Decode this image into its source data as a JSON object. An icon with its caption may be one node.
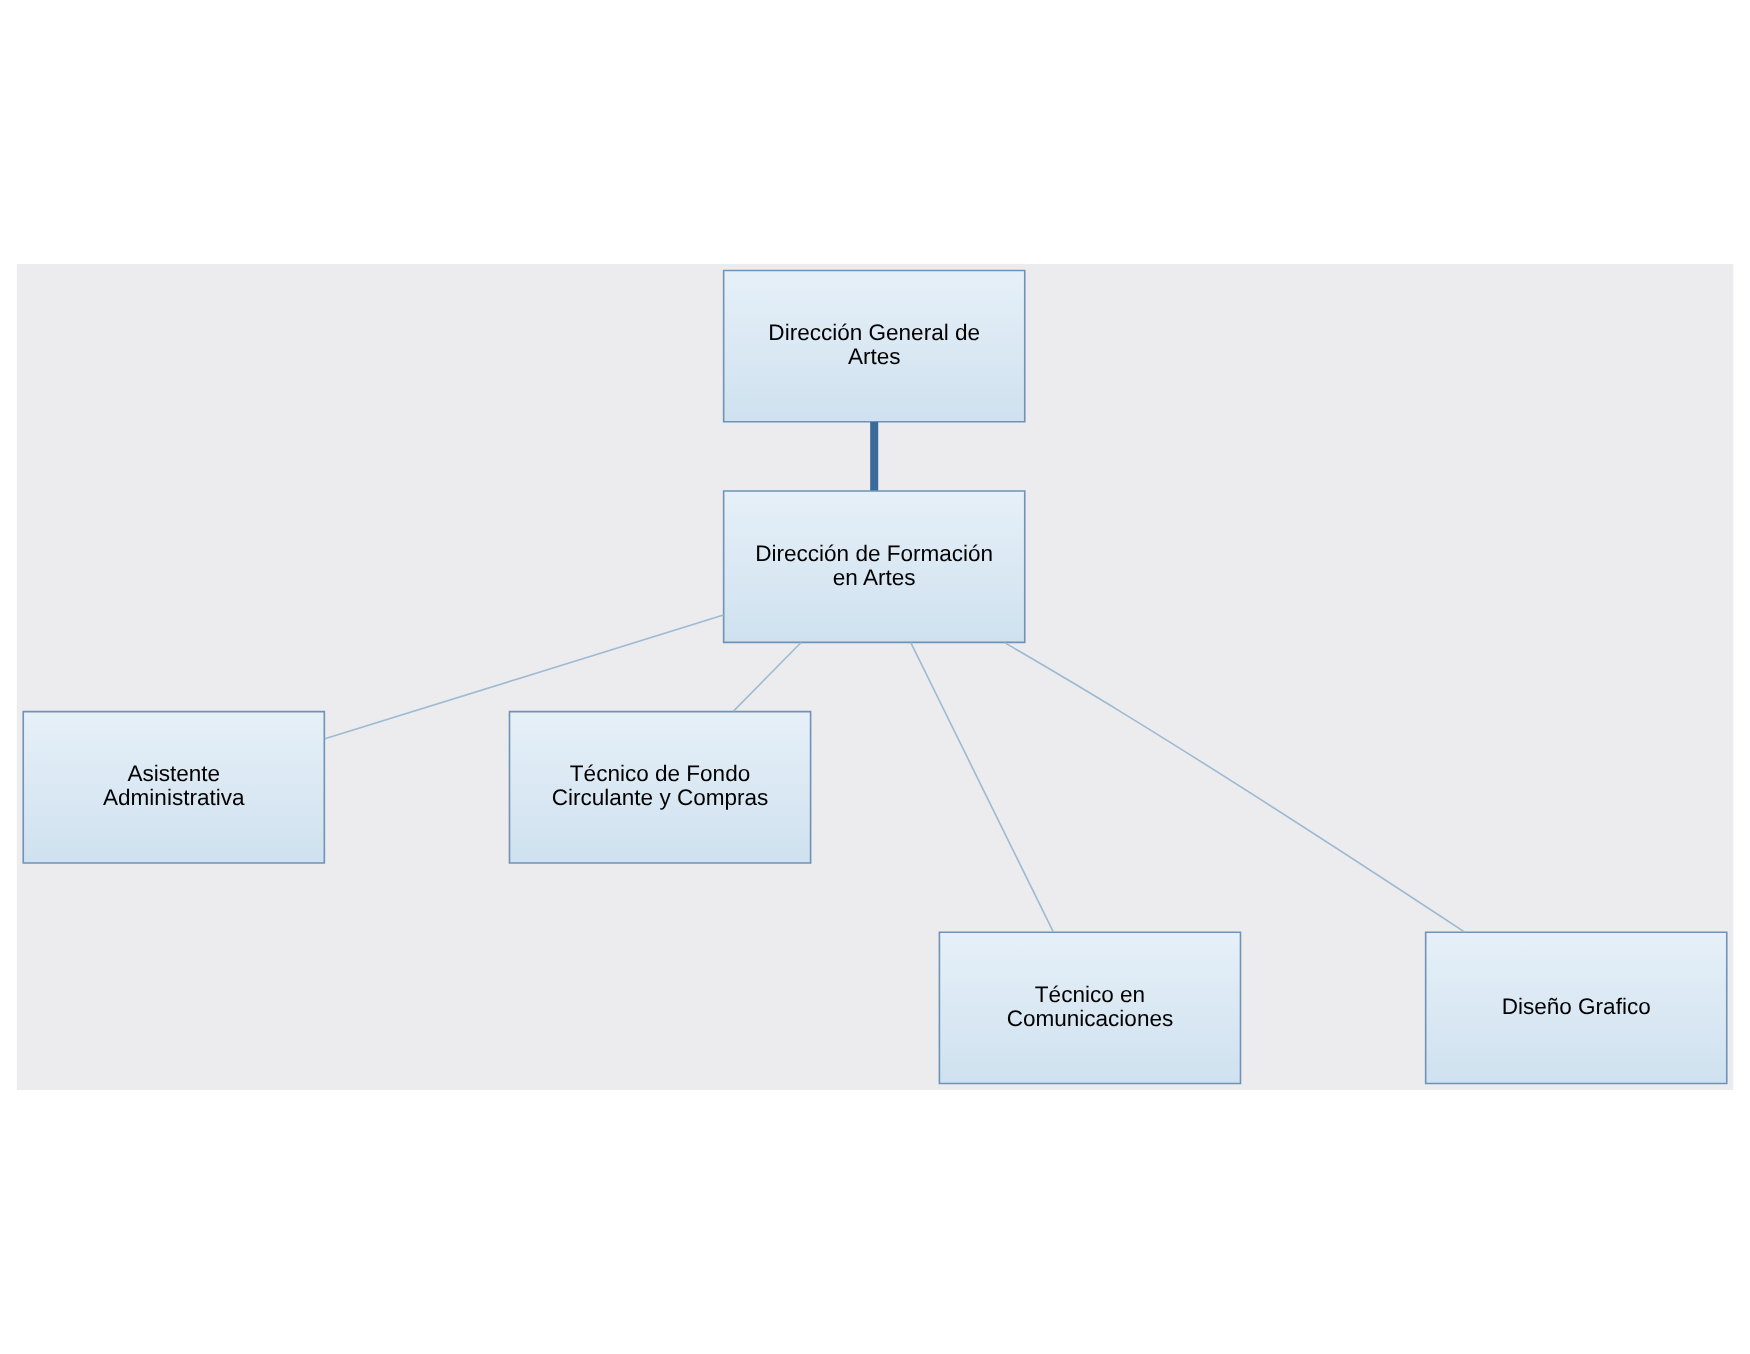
{
  "diagram": {
    "nodes": [
      {
        "text": [
          "Dirección General de Artes"
        ]
      },
      {
        "text": [
          "Dirección de Formación en Artes"
        ]
      },
      {
        "text": [
          "Asistente Administrativa"
        ]
      },
      {
        "text": [
          "Técnico de Fondo Circulante y Compras"
        ]
      },
      {
        "text": [
          "Técnico en Comunicaciones"
        ]
      },
      {
        "text": [
          "Diseño Grafico"
        ]
      }
    ],
    "edges": [
      {
        "from": 0,
        "to": 1,
        "arrow": "none",
        "style": "thick",
        "color": "#3a6a9a"
      },
      {
        "from": 1,
        "to": 2,
        "arrow": "none"
      },
      {
        "from": 1,
        "to": 3,
        "arrow": "none"
      },
      {
        "from": 1,
        "to": 4,
        "arrow": "none"
      },
      {
        "from": 1,
        "to": 5,
        "arrow": "none"
      }
    ]
  }
}
